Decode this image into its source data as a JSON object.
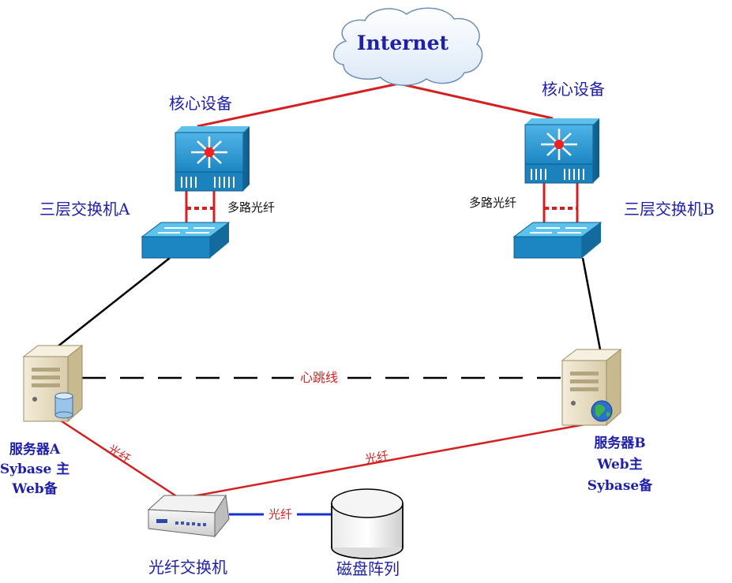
{
  "cloud": {
    "label": "Internet"
  },
  "core_left": {
    "label": "核心设备"
  },
  "core_right": {
    "label": "核心设备"
  },
  "switch_a": {
    "label": "三层交换机A"
  },
  "switch_b": {
    "label": "三层交换机B"
  },
  "fiber_multi_left": "多路光纤",
  "fiber_multi_right": "多路光纤",
  "server_a": {
    "line1": "服务器A",
    "line2": "Sybase 主",
    "line3": "Web备"
  },
  "server_b": {
    "line1": "服务器B",
    "line2": "Web主",
    "line3": "Sybase备"
  },
  "heartbeat_label": "心跳线",
  "link_fiber_a": "光纤",
  "link_fiber_b": "光纤",
  "link_fiber_disk": "光纤",
  "fiber_switch": {
    "label": "光纤交换机"
  },
  "disk_array": {
    "label": "磁盘阵列"
  },
  "colors": {
    "wan_line": "#d42020",
    "fiber_line": "#d42020",
    "lan_line": "#000000",
    "disk_line": "#1a2fcc",
    "label_blue": "#1f1fa8",
    "device_blue": "#1f8fc9"
  }
}
